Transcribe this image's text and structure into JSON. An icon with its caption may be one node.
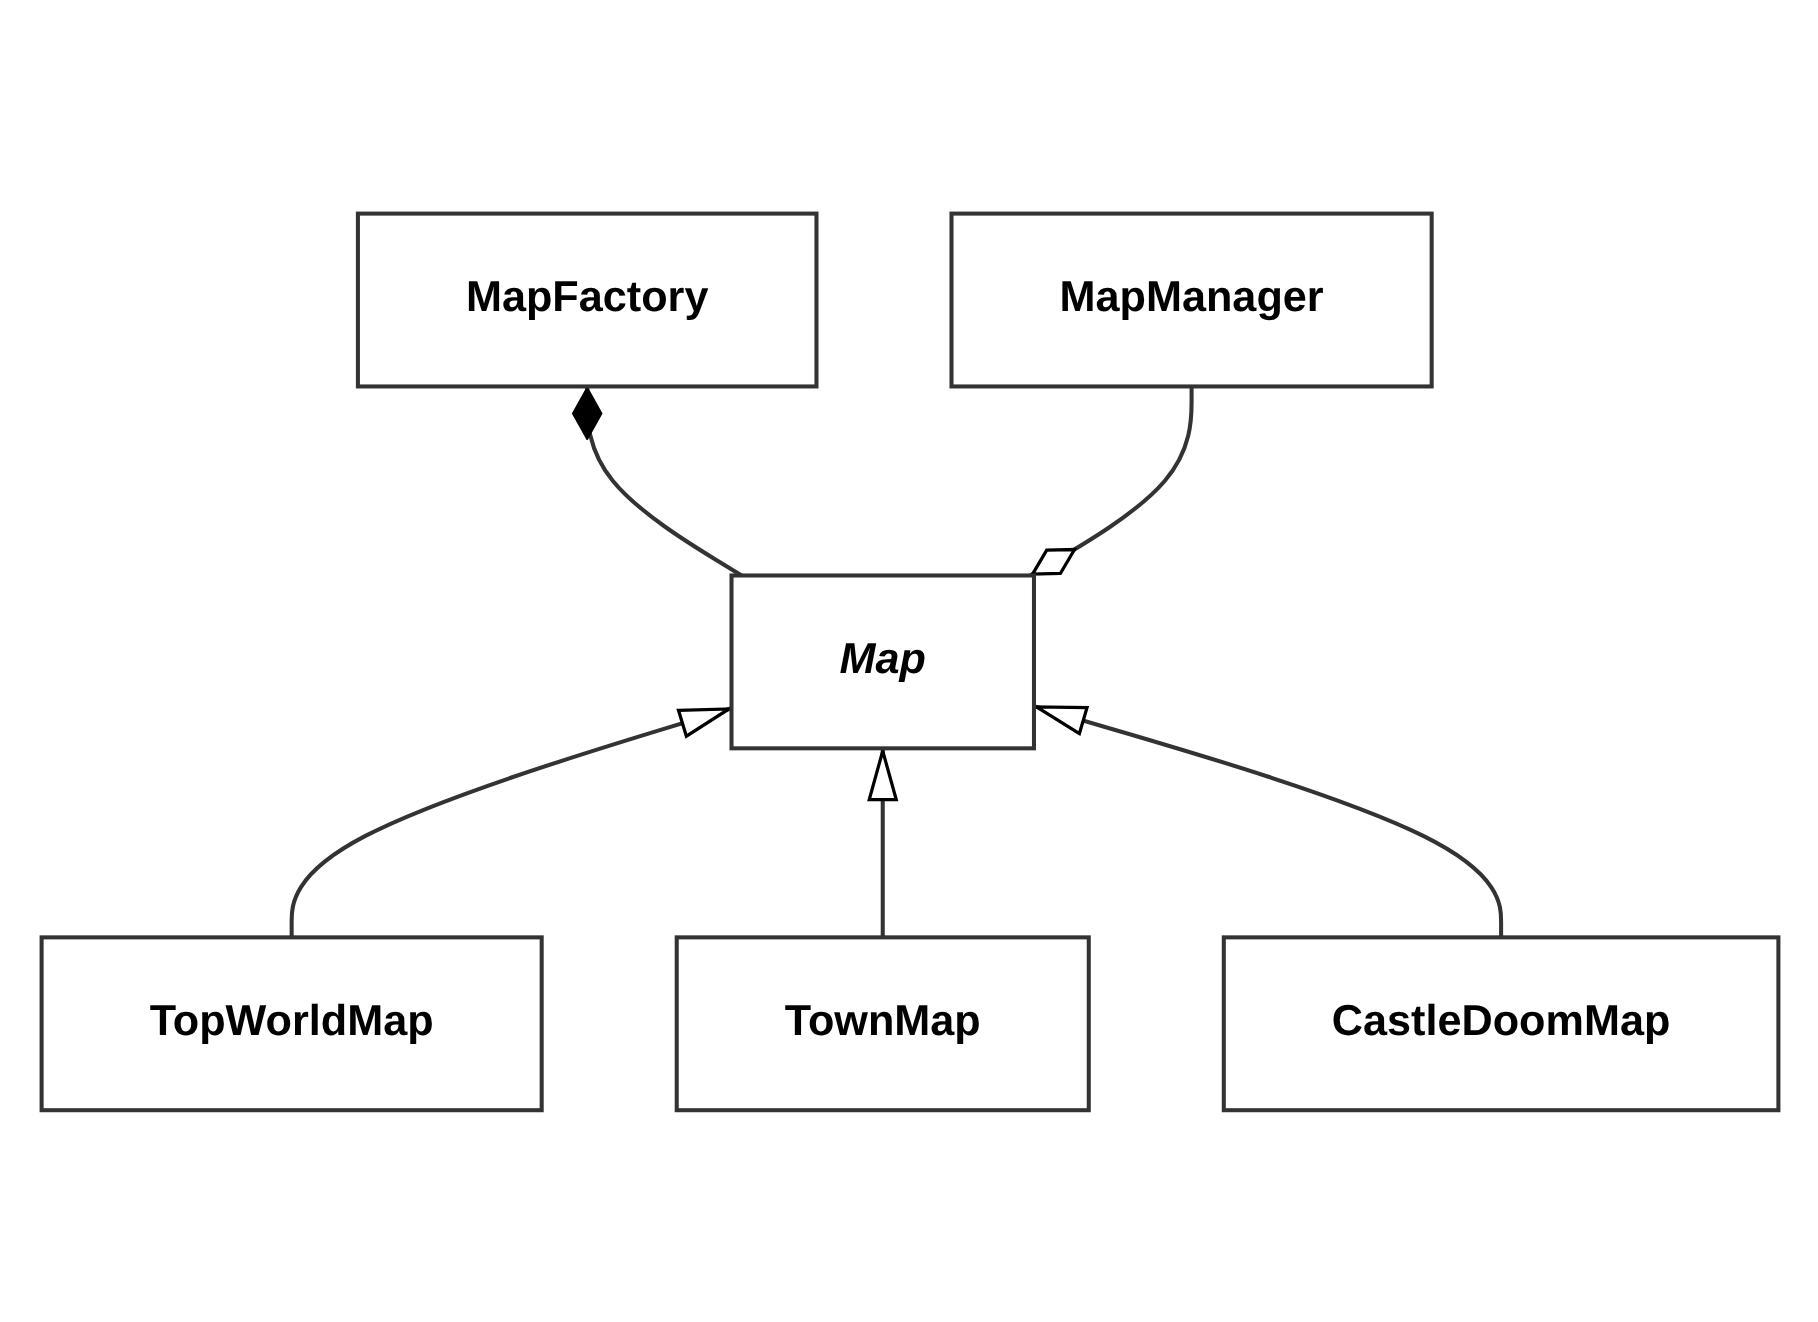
{
  "diagram": {
    "nodes": [
      {
        "text": [
          "MapFactory"
        ]
      },
      {
        "text": [
          "MapManager"
        ]
      },
      {
        "text": [
          "Map"
        ]
      },
      {
        "text": [
          "TopWorldMap"
        ]
      },
      {
        "text": [
          "TownMap"
        ]
      },
      {
        "text": [
          "CastleDoomMap"
        ]
      }
    ],
    "edges": [
      {
        "from": 0,
        "to": 2,
        "arrow": "other"
      },
      {
        "from": 1,
        "to": 2,
        "arrow": "other"
      },
      {
        "from": 3,
        "to": 2,
        "arrow": "to"
      },
      {
        "from": 4,
        "to": 2,
        "arrow": "to"
      },
      {
        "from": 5,
        "to": 2,
        "arrow": "to"
      }
    ]
  }
}
